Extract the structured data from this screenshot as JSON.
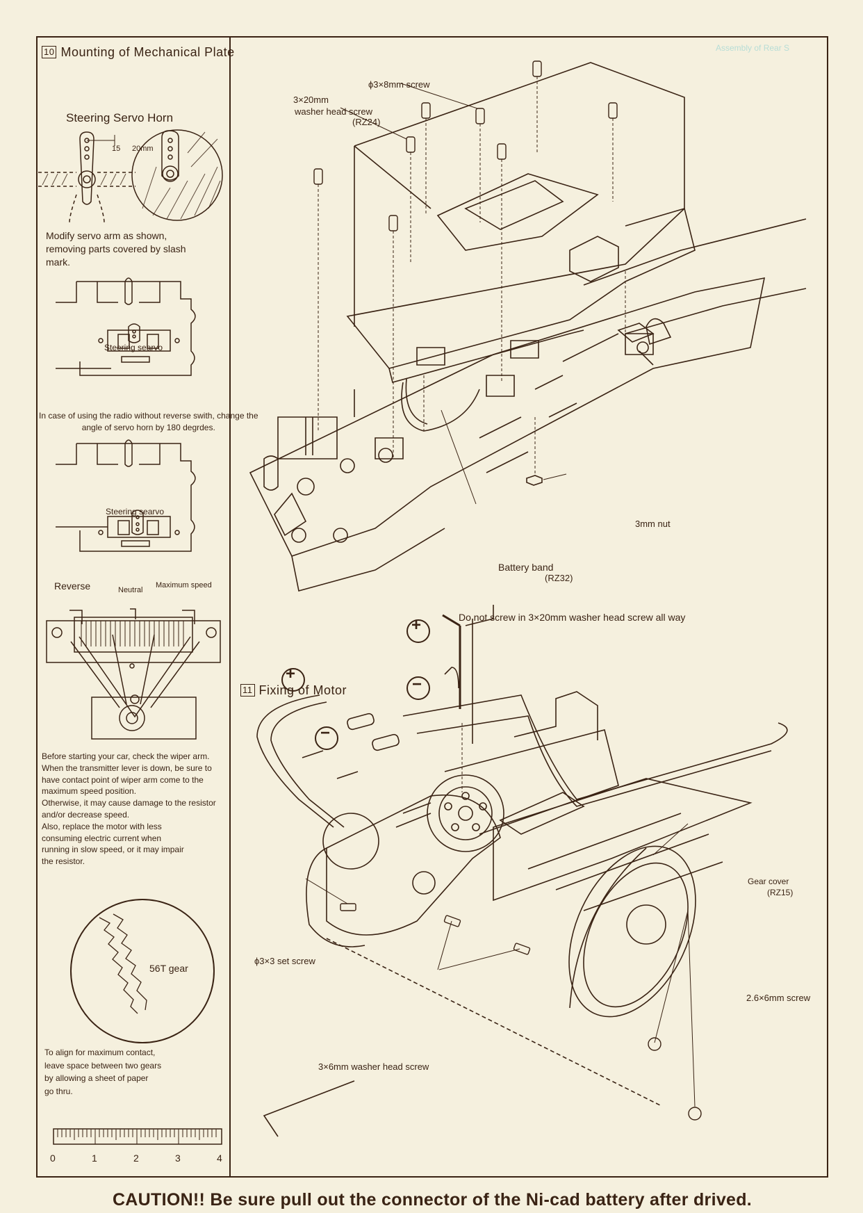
{
  "section10": {
    "number": "10",
    "title": "Mounting of Mechanical Plate",
    "horn_title": "Steering Servo Horn",
    "dim_15": "15",
    "dim_20mm": "20mm",
    "modify_note": "Modify servo arm as shown,\nremoving parts covered by slash\nmark.",
    "steering_servo_1": "Steering searvo",
    "reverse_note": "In case of using the radio without reverse swith, change the\nangle of servo horn by 180 degrdes.",
    "steering_servo_2": "Steering searvo",
    "reverse": "Reverse",
    "neutral": "Neutral",
    "maximum_speed": "Maximum speed",
    "wiper_note": "Before starting your car, check the wiper arm.\nWhen the transmitter lever is down, be sure to\nhave contact point of wiper arm come to the\nmaximum speed position.\nOtherwise, it may cause damage to the resistor\nand/or decrease speed.\nAlso, replace the motor with less\nconsuming electric current when\nrunning in slow speed, or it may impair\nthe resistor.",
    "gear_label": "56T gear",
    "align_note": "To align for maximum contact,\nleave space between two gears\nby allowing a sheet of paper\ngo thru.",
    "ruler_labels": [
      "0",
      "1",
      "2",
      "3",
      "4"
    ],
    "screw_3x8": "ϕ3×8mm screw",
    "screw_3x20_line1": "3×20mm",
    "screw_3x20_line2": "washer head screw",
    "screw_3x20_code": "(RZ24)",
    "nut_3mm": "3mm nut",
    "battery_band": "Battery band",
    "battery_band_code": "(RZ32)",
    "warning": "Do not screw in 3×20mm washer head screw all way"
  },
  "section11": {
    "number": "11",
    "title": "Fixing of Motor",
    "plus": "+",
    "minus": "−",
    "gear_cover": "Gear cover",
    "gear_cover_code": "(RZ15)",
    "set_screw": "ϕ3×3 set screw",
    "screw_2_6x6": "2.6×6mm screw",
    "washer_screw": "3×6mm washer head screw"
  },
  "caution": "CAUTION!! Be sure pull out the connector of the Ni-cad battery after drived.",
  "colors": {
    "paper": "#f5f0de",
    "ink": "#3a2314",
    "bleed_through": "#b7ddd6"
  }
}
